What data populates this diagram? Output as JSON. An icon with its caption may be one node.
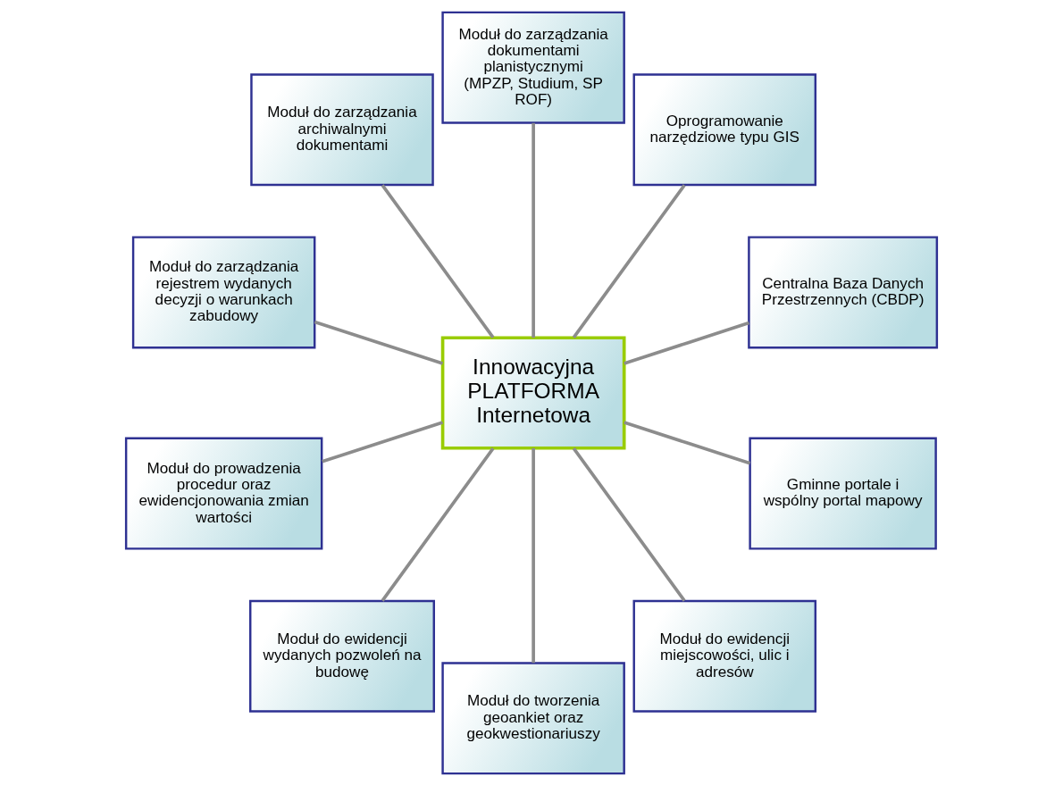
{
  "diagram": {
    "nodes": [
      {
        "text": [
          "Innowacyjna PLATFORMA Internetowa"
        ]
      },
      {
        "text": [
          "Centralna Baza Danych Przestrzennych (CBDP)"
        ]
      },
      {
        "text": [
          "Oprogramowanie narzędziowe typu GIS"
        ]
      },
      {
        "text": [
          "Moduł do zarządzania dokumentami planistycznymi",
          "(MPZP, Studium, SP ROF)"
        ]
      },
      {
        "text": [
          "Moduł do zarządzania archiwalnymi dokumentami"
        ]
      },
      {
        "text": [
          "Moduł do zarządzania rejestrem wydanych decyzji o warunkach zabudowy"
        ]
      },
      {
        "text": [
          "Moduł do prowadzenia procedur oraz ewidencjonowania zmian wartości"
        ]
      },
      {
        "text": [
          "Moduł do ewidencji wydanych pozwoleń na budowę"
        ]
      },
      {
        "text": [
          "Moduł do tworzenia geoankiet oraz geokwestionariuszy"
        ]
      },
      {
        "text": [
          "Moduł do ewidencji miejscowości, ulic i adresów"
        ]
      },
      {
        "text": [
          "Gminne portale i wspólny portal mapowy"
        ]
      }
    ],
    "edges": [
      {
        "from": 0,
        "to": 1,
        "arrow": "none"
      },
      {
        "from": 0,
        "to": 2,
        "arrow": "none"
      },
      {
        "from": 0,
        "to": 3,
        "arrow": "none"
      },
      {
        "from": 0,
        "to": 4,
        "arrow": "none"
      },
      {
        "from": 0,
        "to": 5,
        "arrow": "none"
      },
      {
        "from": 0,
        "to": 6,
        "arrow": "none"
      },
      {
        "from": 0,
        "to": 7,
        "arrow": "none"
      },
      {
        "from": 0,
        "to": 8,
        "arrow": "none"
      },
      {
        "from": 0,
        "to": 9,
        "arrow": "none"
      },
      {
        "from": 0,
        "to": 10,
        "arrow": "none"
      }
    ]
  }
}
